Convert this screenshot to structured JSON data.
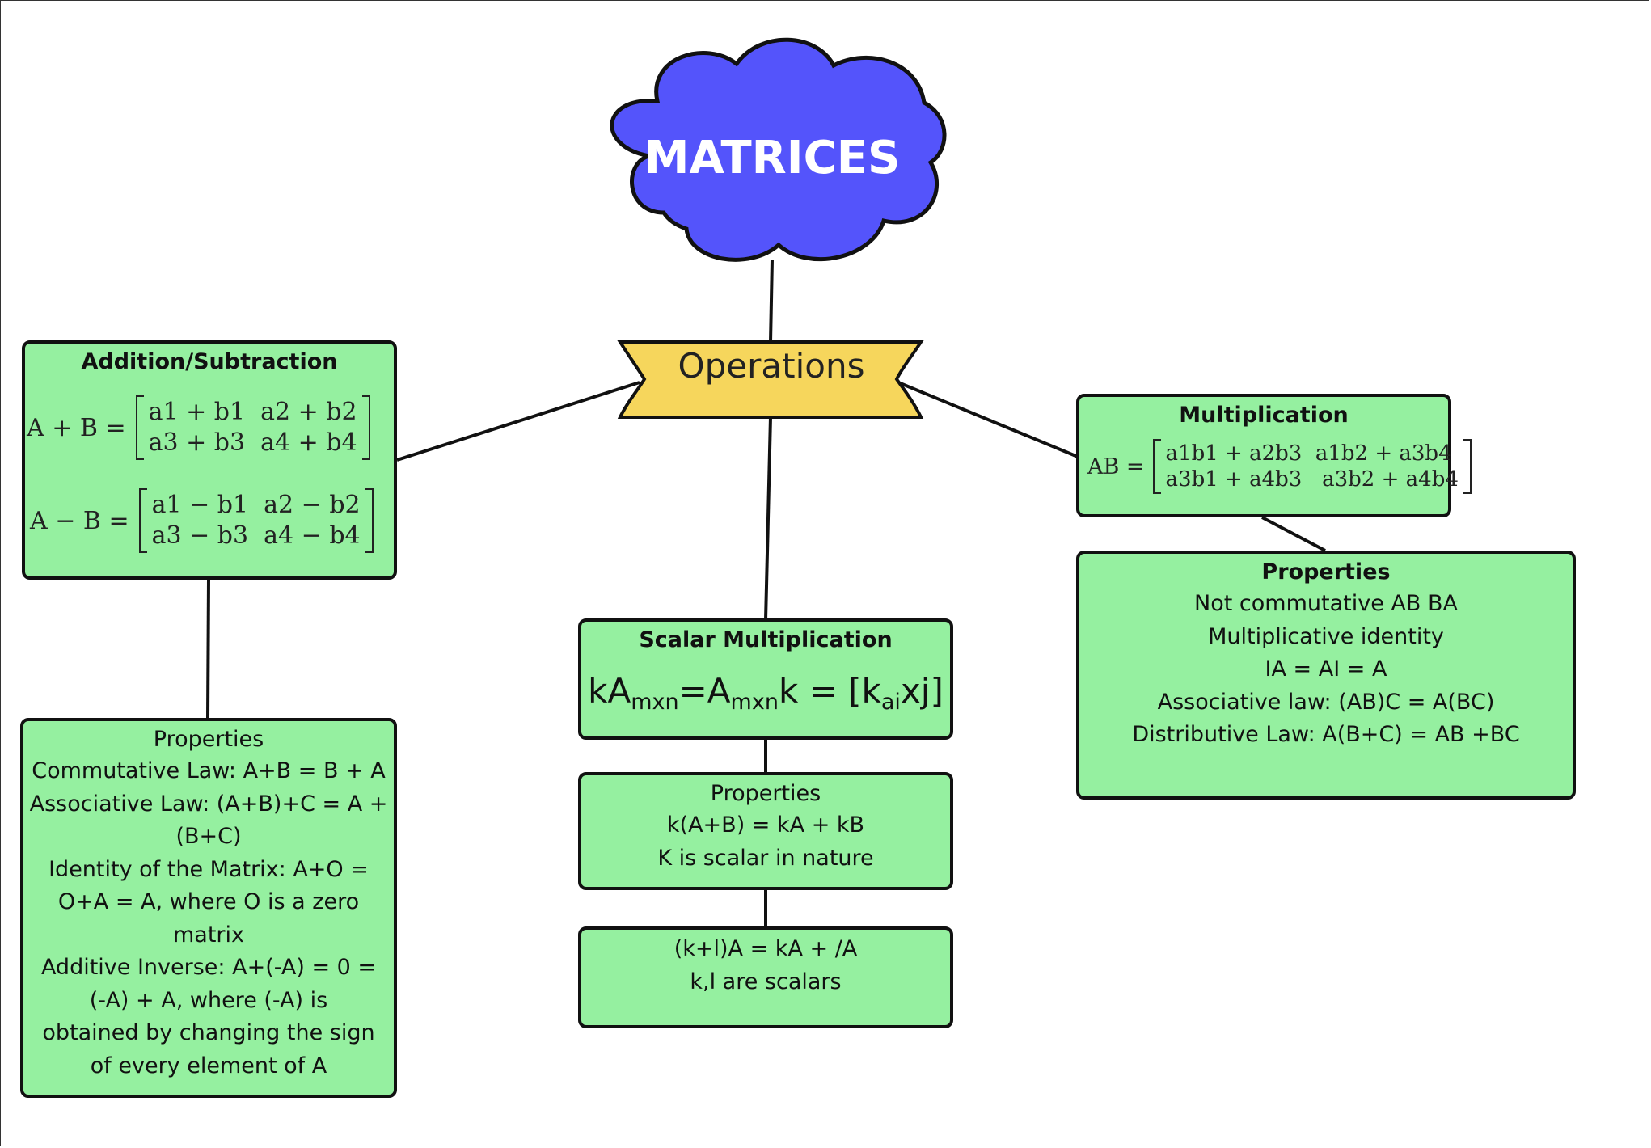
{
  "colors": {
    "cloud_fill": "#5454fb",
    "banner_fill": "#f6d65c",
    "box_fill": "#95f0a0",
    "outline": "#111111"
  },
  "title": "MATRICES",
  "operations": "Operations",
  "addition": {
    "heading": "Addition/Subtraction",
    "sum": {
      "lhs": "A + B =",
      "rows": [
        "a1 + b1  a2 + b2",
        "a3 + b3  a4 + b4"
      ]
    },
    "difference": {
      "lhs": "A − B =",
      "rows": [
        "a1 − b1  a2 − b2",
        "a3 − b3  a4 − b4"
      ]
    }
  },
  "addition_properties": {
    "heading": "Properties",
    "lines": [
      "Commutative Law: A+B = B + A",
      "Associative Law: (A+B)+C = A +",
      "(B+C)",
      "Identity of the Matrix: A+O =",
      "O+A = A, where O is a zero",
      "matrix",
      "Additive Inverse: A+(-A) = 0 =",
      "(-A) + A, where (-A) is",
      "obtained by changing the sign",
      "of every element of A"
    ]
  },
  "scalar": {
    "heading": "Scalar Multiplication",
    "formula": {
      "p1": "kA",
      "s1": "mxn",
      "p2": "=A",
      "s2": "mxn",
      "p3": "k = [k",
      "s3": "ai",
      "p4": "xj]"
    }
  },
  "scalar_properties": {
    "heading": "Properties",
    "lines": [
      "k(A+B) = kA + kB",
      "K is scalar in nature"
    ]
  },
  "scalar_extra": {
    "lines": [
      "(k+l)A = kA + /A",
      "k,l are scalars"
    ]
  },
  "multiplication": {
    "heading": "Multiplication",
    "lhs": "AB =",
    "rows": [
      "a1b1 + a2b3  a1b2 + a3b4",
      "a3b1 + a4b3   a3b2 + a4b4"
    ]
  },
  "multiplication_properties": {
    "heading": "Properties",
    "lines": [
      "Not commutative AB   BA",
      "Multiplicative identity",
      "IA = AI = A",
      "Associative law: (AB)C = A(BC)",
      "Distributive Law: A(B+C) = AB +BC"
    ]
  }
}
